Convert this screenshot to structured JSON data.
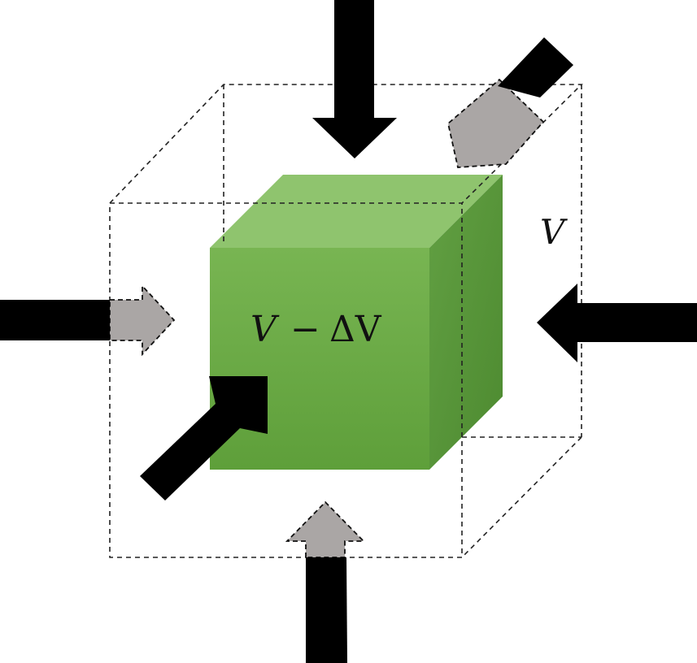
{
  "labels": {
    "outer_volume": "V",
    "inner_volume_v": "V",
    "inner_volume_op": "−",
    "inner_volume_dv": "ΔV"
  },
  "colors": {
    "cube_front": "#6aab45",
    "cube_top": "#8fc46e",
    "cube_side": "#558f37",
    "arrow_black": "#000000",
    "arrow_gray": "#aaa6a5",
    "outline_dashed": "#222222"
  }
}
